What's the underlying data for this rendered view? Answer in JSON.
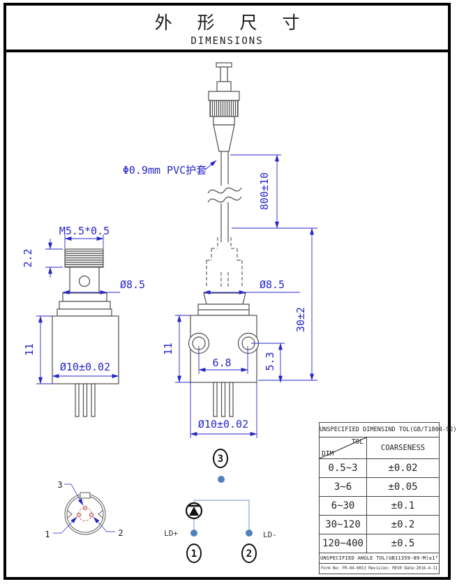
{
  "title": {
    "cn": "外 形 尺 寸",
    "en": "DIMENSIONS"
  },
  "labels": {
    "pvc": "Φ0.9mm PVC护套",
    "fiber_length": "800±10",
    "overall_height": "30±2",
    "thread_spec": "M5.5*0.5",
    "thread_len": "2.2",
    "flange_dia_side": "Ø8.5",
    "flange_dia_front": "Ø8.5",
    "cap_h_side": "11",
    "cap_h_front": "11",
    "body_dia_side": "Ø10±0.02",
    "body_dia_front": "Ø10±0.02",
    "hole_pitch": "6.8",
    "hole_offset": "5.3"
  },
  "pinout": {
    "pin1": "1",
    "pin2": "2",
    "pin3": "3"
  },
  "schematic": {
    "num1": "1",
    "num2": "2",
    "num3": "3",
    "ld_plus": "LD+",
    "ld_minus": "LD-"
  },
  "table": {
    "title": "UNSPECIFIED DIMENSIND TOL(GB/T1804-92)",
    "tol": "TOL",
    "dim": "DIM",
    "coarseness": "COARSENESS",
    "rows": [
      {
        "range": "0.5~3",
        "tol": "±0.02"
      },
      {
        "range": "3~6",
        "tol": "±0.05"
      },
      {
        "range": "6~30",
        "tol": "±0.1"
      },
      {
        "range": "30~120",
        "tol": "±0.2"
      },
      {
        "range": "120~400",
        "tol": "±0.5"
      }
    ],
    "angle_note": "UNSPECIFIED ANGLE TOL(GB11359-89-M)±1°",
    "form_note": "Form No: FR-04-0013 Revision: REV0 Date:2016-4-11"
  },
  "colors": {
    "dimension_blue": "#2626c9",
    "outline_gray": "#4d4d4d",
    "wire_blue": "#8aa8cc",
    "dot_blue": "#4f81bd",
    "pin_red": "#c96a6a"
  }
}
